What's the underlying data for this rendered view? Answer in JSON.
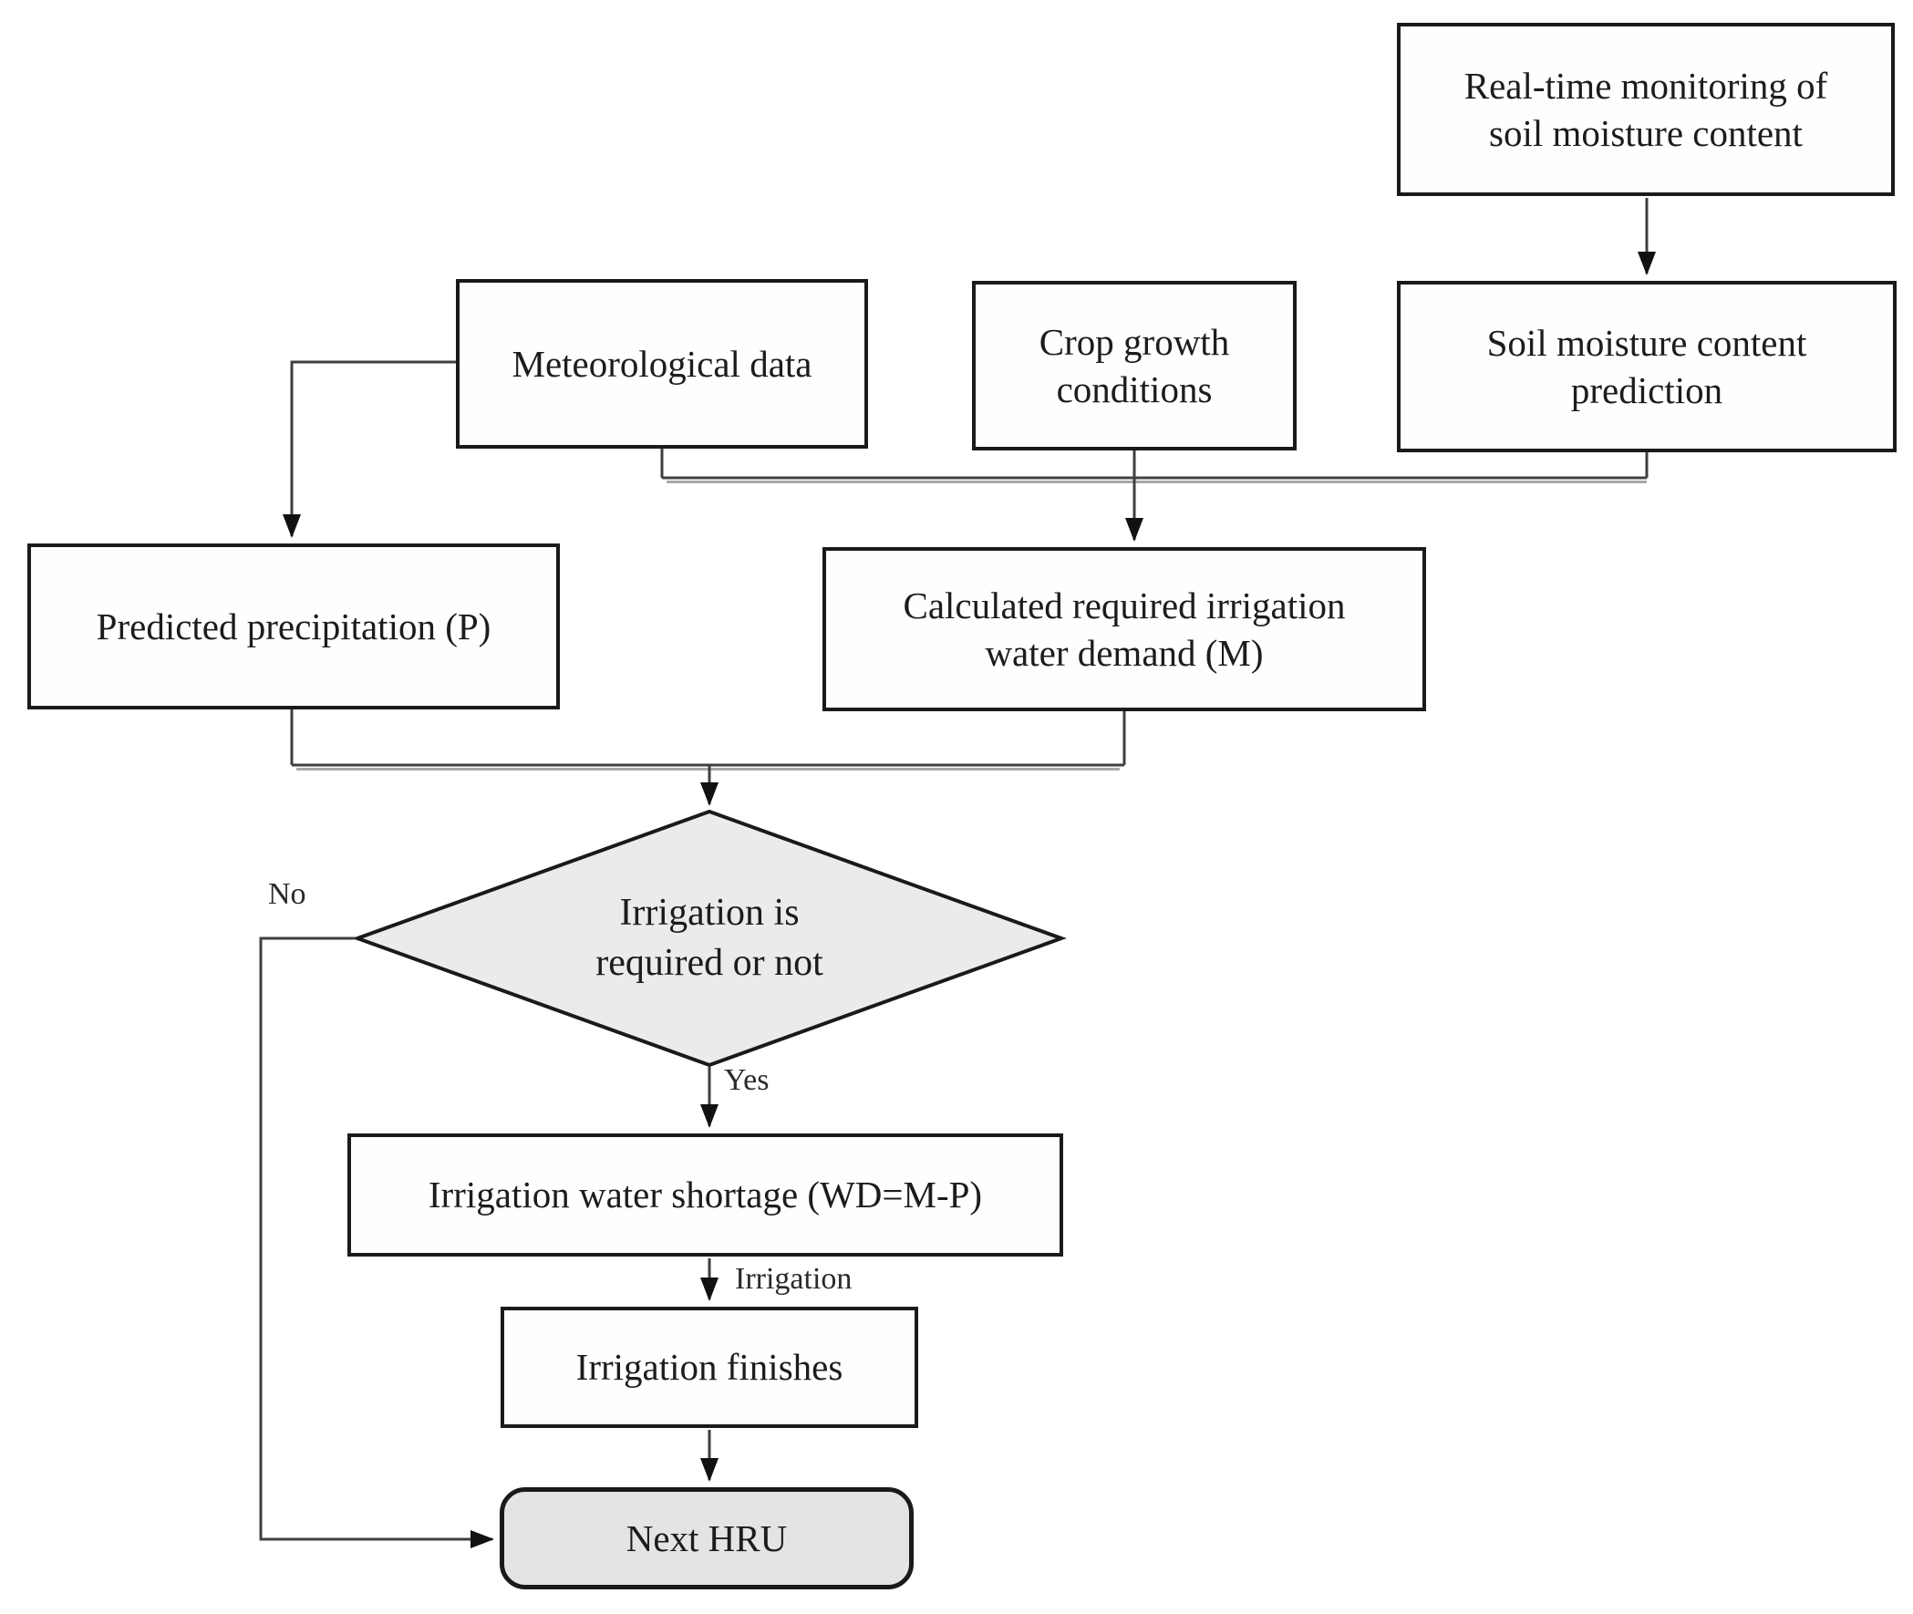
{
  "diagram": {
    "type": "flowchart",
    "nodes": {
      "realtime": {
        "label": "Real-time monitoring of\nsoil moisture content",
        "shape": "process"
      },
      "meteo": {
        "label": "Meteorological data",
        "shape": "process"
      },
      "crop": {
        "label": "Crop growth\nconditions",
        "shape": "process"
      },
      "soil_prediction": {
        "label": "Soil moisture content\nprediction",
        "shape": "process"
      },
      "precipitation": {
        "label": "Predicted precipitation (P)",
        "shape": "process"
      },
      "water_demand": {
        "label": "Calculated required irrigation\nwater demand (M)",
        "shape": "process"
      },
      "decision": {
        "label": "Irrigation is\nrequired or not",
        "shape": "decision"
      },
      "shortage": {
        "label": "Irrigation water shortage (WD=M-P)",
        "shape": "process"
      },
      "finishes": {
        "label": "Irrigation finishes",
        "shape": "process"
      },
      "next_hru": {
        "label": "Next HRU",
        "shape": "terminal"
      }
    },
    "edge_labels": {
      "no": "No",
      "yes": "Yes",
      "irrigation": "Irrigation"
    },
    "edges": [
      {
        "from": "realtime",
        "to": "soil_prediction"
      },
      {
        "from": "meteo",
        "to": "precipitation"
      },
      {
        "from": "meteo",
        "to": "water_demand"
      },
      {
        "from": "crop",
        "to": "water_demand"
      },
      {
        "from": "soil_prediction",
        "to": "water_demand"
      },
      {
        "from": "precipitation",
        "to": "decision"
      },
      {
        "from": "water_demand",
        "to": "decision"
      },
      {
        "from": "decision",
        "to": "shortage",
        "label": "Yes"
      },
      {
        "from": "decision",
        "to": "next_hru",
        "label": "No"
      },
      {
        "from": "shortage",
        "to": "finishes",
        "label": "Irrigation"
      },
      {
        "from": "finishes",
        "to": "next_hru"
      }
    ],
    "colors": {
      "border": "#1a1a1a",
      "line": "#3f3f3f",
      "shadow": "#a8a8a8",
      "process_fill": "#fefefe",
      "decision_fill": "#eceaea",
      "terminal_fill": "#e6e4e2",
      "text": "#1c1c1c",
      "bg": "#ffffff"
    }
  }
}
